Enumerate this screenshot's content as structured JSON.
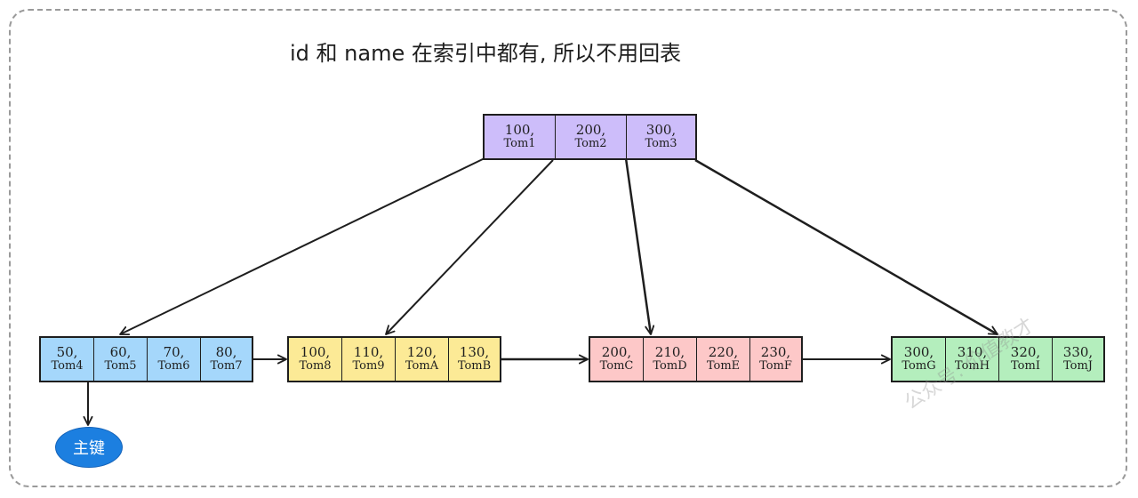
{
  "title": "id 和 name 在索引中都有, 所以不用回表",
  "colors": {
    "root": "#cdbdfa",
    "leaf_blue": "#a5d7fb",
    "leaf_yellow": "#fcea96",
    "leaf_pink": "#fdc8c8",
    "leaf_green": "#b4eebd",
    "pk_fill": "#1c7fe0",
    "stroke": "#1e1e1e"
  },
  "root": {
    "cells": [
      {
        "key": "100,",
        "val": "Tom1"
      },
      {
        "key": "200,",
        "val": "Tom2"
      },
      {
        "key": "300,",
        "val": "Tom3"
      }
    ]
  },
  "leaves": [
    {
      "cells": [
        {
          "key": "50,",
          "val": "Tom4"
        },
        {
          "key": "60,",
          "val": "Tom5"
        },
        {
          "key": "70,",
          "val": "Tom6"
        },
        {
          "key": "80,",
          "val": "Tom7"
        }
      ]
    },
    {
      "cells": [
        {
          "key": "100,",
          "val": "Tom8"
        },
        {
          "key": "110,",
          "val": "Tom9"
        },
        {
          "key": "120,",
          "val": "TomA"
        },
        {
          "key": "130,",
          "val": "TomB"
        }
      ]
    },
    {
      "cells": [
        {
          "key": "200,",
          "val": "TomC"
        },
        {
          "key": "210,",
          "val": "TomD"
        },
        {
          "key": "220,",
          "val": "TomE"
        },
        {
          "key": "230,",
          "val": "TomF"
        }
      ]
    },
    {
      "cells": [
        {
          "key": "300,",
          "val": "TomG"
        },
        {
          "key": "310,",
          "val": "TomH"
        },
        {
          "key": "320,",
          "val": "TomI"
        },
        {
          "key": "330,",
          "val": "TomJ"
        }
      ]
    }
  ],
  "pk_label": "主键",
  "watermark": "公众号: 价值教才"
}
